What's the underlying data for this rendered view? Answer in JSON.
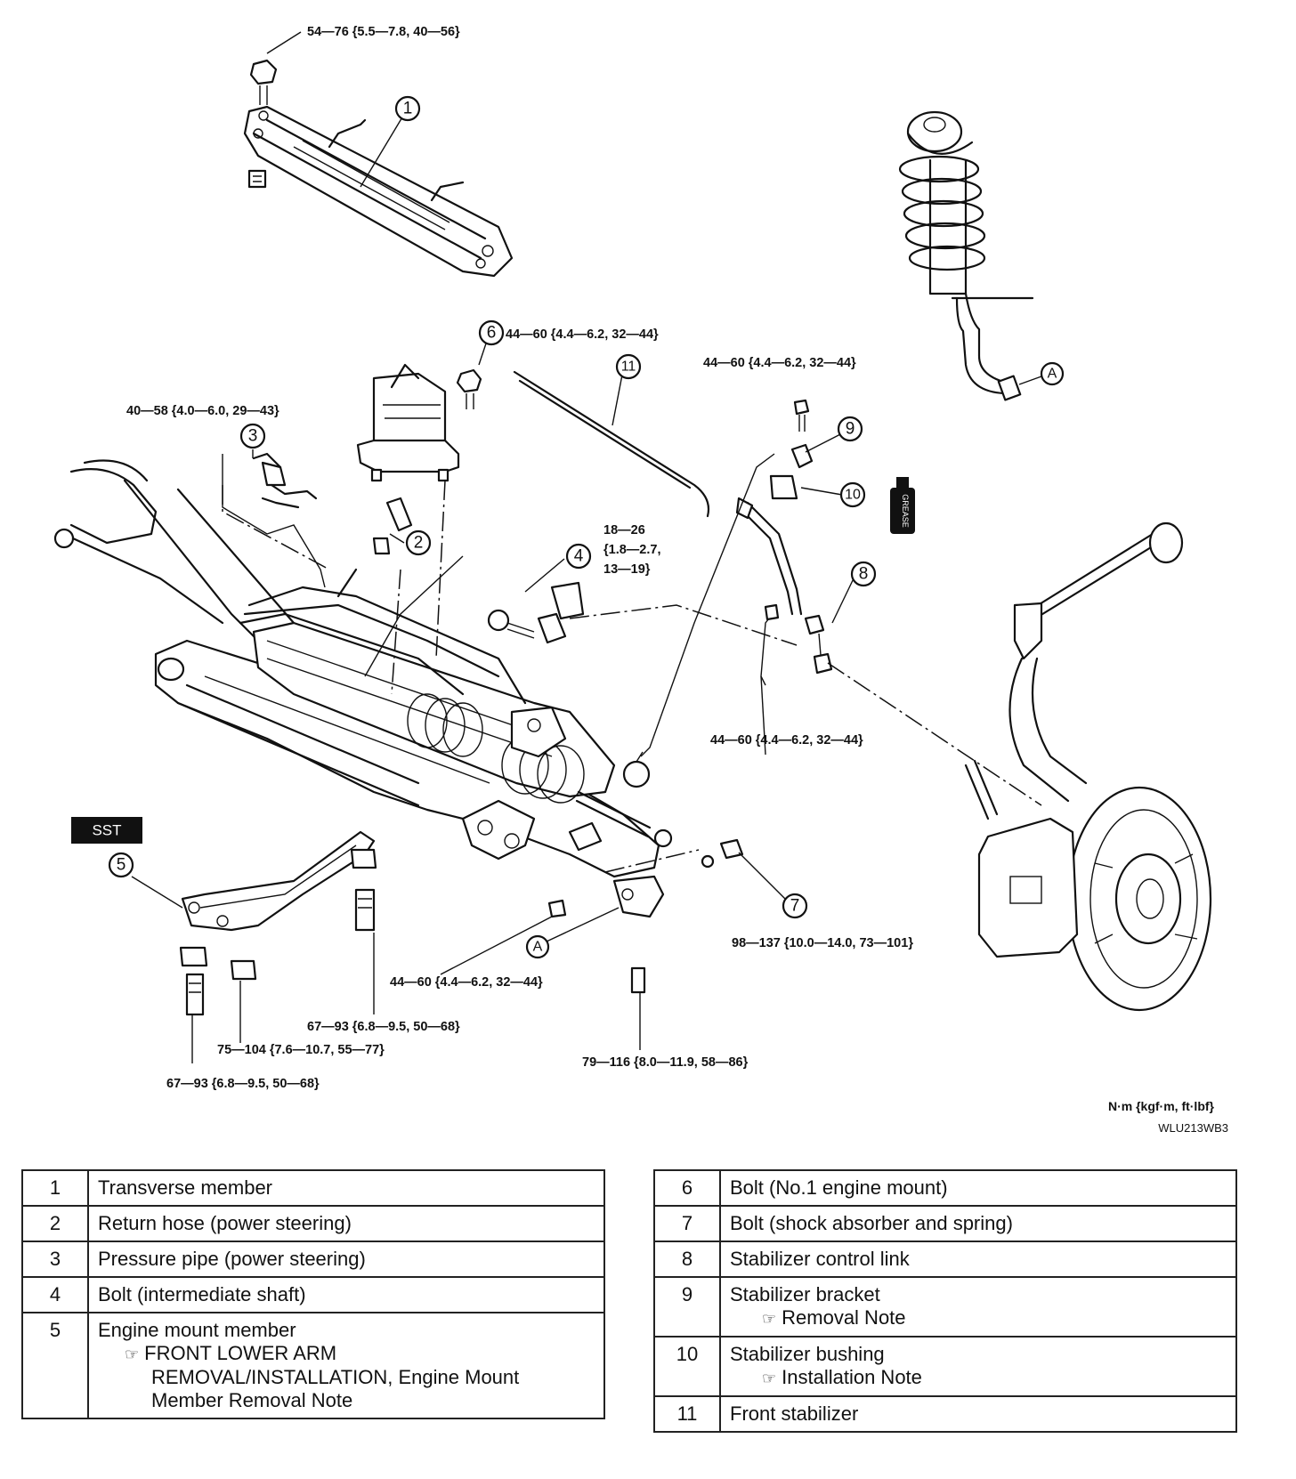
{
  "diagram": {
    "torques": [
      "54—76 {5.5—7.8, 40—56}",
      "44—60 {4.4—6.2, 32—44}",
      "44—60 {4.4—6.2, 32—44}",
      "40—58 {4.0—6.0, 29—43}",
      "18—26",
      "{1.8—2.7,",
      "13—19}",
      "44—60 {4.4—6.2, 32—44}",
      "98—137 {10.0—14.0, 73—101}",
      "44—60 {4.4—6.2, 32—44}",
      "67—93 {6.8—9.5, 50—68}",
      "75—104 {7.6—10.7, 55—77}",
      "67—93 {6.8—9.5, 50—68}",
      "79—116 {8.0—11.9, 58—86}"
    ],
    "callouts": [
      "1",
      "2",
      "3",
      "4",
      "5",
      "6",
      "7",
      "8",
      "9",
      "10",
      "11"
    ],
    "ref_a": "A",
    "sst_label": "SST",
    "grease_label": "GREASE",
    "units": "N·m {kgf·m, ft·lbf}",
    "figure_code": "WLU213WB3"
  },
  "table_left": [
    {
      "no": "1",
      "desc": "Transverse member"
    },
    {
      "no": "2",
      "desc": "Return hose (power steering)"
    },
    {
      "no": "3",
      "desc": "Pressure pipe (power steering)"
    },
    {
      "no": "4",
      "desc": "Bolt (intermediate shaft)"
    },
    {
      "no": "5",
      "desc": "Engine mount member",
      "note_line1": "FRONT LOWER ARM",
      "note_line2": "REMOVAL/INSTALLATION, Engine Mount",
      "note_line3": "Member Removal Note"
    }
  ],
  "table_right": [
    {
      "no": "6",
      "desc": "Bolt (No.1 engine mount)"
    },
    {
      "no": "7",
      "desc": "Bolt (shock absorber and spring)"
    },
    {
      "no": "8",
      "desc": "Stabilizer control link"
    },
    {
      "no": "9",
      "desc": "Stabilizer bracket",
      "note": "Removal Note"
    },
    {
      "no": "10",
      "desc": "Stabilizer bushing",
      "note": "Installation Note"
    },
    {
      "no": "11",
      "desc": "Front stabilizer"
    }
  ],
  "ref_icon": "pointing-hand-icon"
}
